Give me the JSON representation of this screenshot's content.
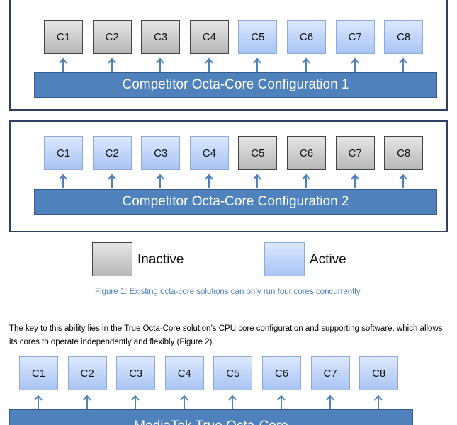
{
  "config1": {
    "cores": [
      {
        "label": "C1",
        "state": "inactive"
      },
      {
        "label": "C2",
        "state": "inactive"
      },
      {
        "label": "C3",
        "state": "inactive"
      },
      {
        "label": "C4",
        "state": "inactive"
      },
      {
        "label": "C5",
        "state": "active"
      },
      {
        "label": "C6",
        "state": "active"
      },
      {
        "label": "C7",
        "state": "active"
      },
      {
        "label": "C8",
        "state": "active"
      }
    ],
    "bar_label": "Competitor Octa-Core Configuration 1"
  },
  "config2": {
    "cores": [
      {
        "label": "C1",
        "state": "active"
      },
      {
        "label": "C2",
        "state": "active"
      },
      {
        "label": "C3",
        "state": "active"
      },
      {
        "label": "C4",
        "state": "active"
      },
      {
        "label": "C5",
        "state": "inactive"
      },
      {
        "label": "C6",
        "state": "inactive"
      },
      {
        "label": "C7",
        "state": "inactive"
      },
      {
        "label": "C8",
        "state": "inactive"
      }
    ],
    "bar_label": "Competitor Octa-Core Configuration 2"
  },
  "legend": {
    "inactive_label": "Inactive",
    "active_label": "Active"
  },
  "caption": "Figure 1: Existing octa-core solutions can only run four cores concurrently.",
  "body_text": "The key to this ability lies in the True Octa-Core solution’s CPU core configuration and supporting software, which allows its cores to operate independently and flexibly (Figure 2).",
  "config3": {
    "cores": [
      {
        "label": "C1",
        "state": "active"
      },
      {
        "label": "C2",
        "state": "active"
      },
      {
        "label": "C3",
        "state": "active"
      },
      {
        "label": "C4",
        "state": "active"
      },
      {
        "label": "C5",
        "state": "active"
      },
      {
        "label": "C6",
        "state": "active"
      },
      {
        "label": "C7",
        "state": "active"
      },
      {
        "label": "C8",
        "state": "active"
      }
    ],
    "bar_label": "MediaTek True Octa-Core"
  },
  "colors": {
    "frame_border": "#2e3f60",
    "bar_fill": "#4f81bd",
    "arrow": "#4f81bd",
    "active_fill": "#c5d8fb",
    "inactive_fill": "#cfcfcf",
    "caption_text": "#4f81bd"
  }
}
